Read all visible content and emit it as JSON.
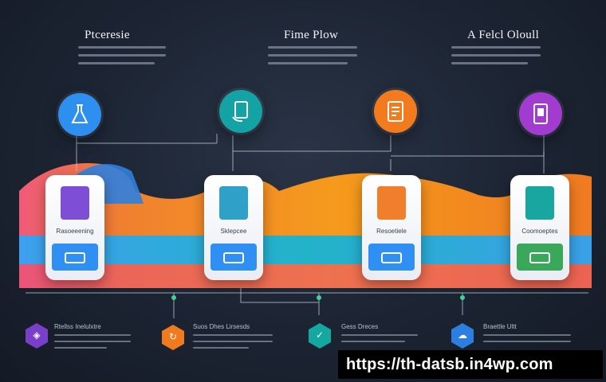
{
  "headers": [
    {
      "text": "Ptceresie"
    },
    {
      "text": "Fime Plow"
    },
    {
      "text": "A Felcl Oloull"
    }
  ],
  "nodes": [
    {
      "icon": "flask-icon",
      "color": "#2d8ff0"
    },
    {
      "icon": "hand-tablet-icon",
      "color": "#14a3a5"
    },
    {
      "icon": "document-icon",
      "color": "#f37b1d"
    },
    {
      "icon": "tablet-icon",
      "color": "#a23bd0"
    }
  ],
  "cards": [
    {
      "label": "Rasoeeening",
      "icon_color": "#7e4fd6",
      "button_color": "#2f8ff2"
    },
    {
      "label": "Sklepcee",
      "icon_color": "#2fa0c8",
      "button_color": "#2f8ff2"
    },
    {
      "label": "Resoetiele",
      "icon_color": "#f07e2a",
      "button_color": "#2f8ff2"
    },
    {
      "label": "Coomoeptes",
      "icon_color": "#1aa6a0",
      "button_color": "#3aa85a"
    }
  ],
  "bottom_items": [
    {
      "icon": "shield-hex-icon",
      "color": "#7a3fc8",
      "heading": "Rtellss Inelulxtre"
    },
    {
      "icon": "refresh-hex-icon",
      "color": "#f07a1e",
      "heading": "Suos Dhes Lirsesds"
    },
    {
      "icon": "check-hex-icon",
      "color": "#13a8a0",
      "heading": "Gess Dreces"
    },
    {
      "icon": "cloud-hex-icon",
      "color": "#2a7fe0",
      "heading": "Braettle Ultt"
    }
  ],
  "watermark": "https://th-datsb.in4wp.com"
}
